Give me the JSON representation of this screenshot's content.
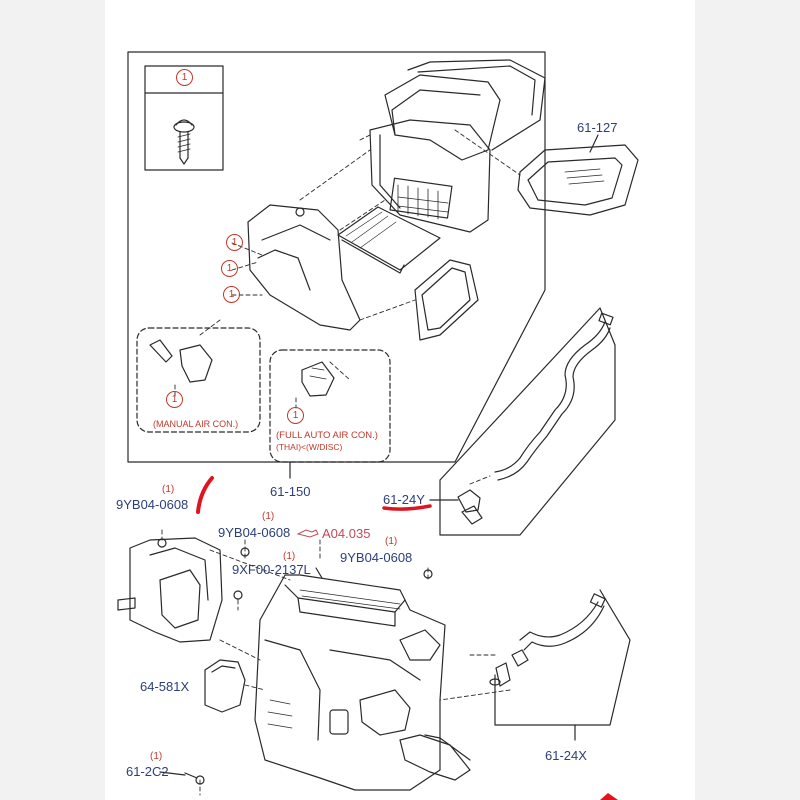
{
  "labels": {
    "part_61_127": "61-127",
    "part_61_150": "61-150",
    "part_61_24y": "61-24Y",
    "part_9yb04_0608_a": "9YB04-0608",
    "part_9yb04_0608_b": "9YB04-0608",
    "part_9yb04_0608_c": "9YB04-0608",
    "part_9xf00_2137l": "9XF00-2137L",
    "part_64_581x": "64-581X",
    "part_61_24x": "61-24X",
    "part_61_2c2": "61-2C2",
    "ref_a04_035": "A04.035"
  },
  "qty": {
    "q1": "(1)",
    "q2": "(1)",
    "q3": "(1)",
    "q4": "(1)",
    "q5": "(1)"
  },
  "callouts": {
    "c1": "1",
    "c2": "1",
    "c3": "1",
    "c4": "1",
    "c5": "1",
    "c6": "1"
  },
  "notes": {
    "manual": "(MANUAL AIR CON.)",
    "full_auto_line1": "(FULL AUTO AIR CON.)",
    "full_auto_line2": "(THAI)<(W/DISC)"
  },
  "colors": {
    "line": "#2a2a2a",
    "label": "#2c3f7a",
    "callout": "#c0392b",
    "highlight": "#e0141e"
  }
}
